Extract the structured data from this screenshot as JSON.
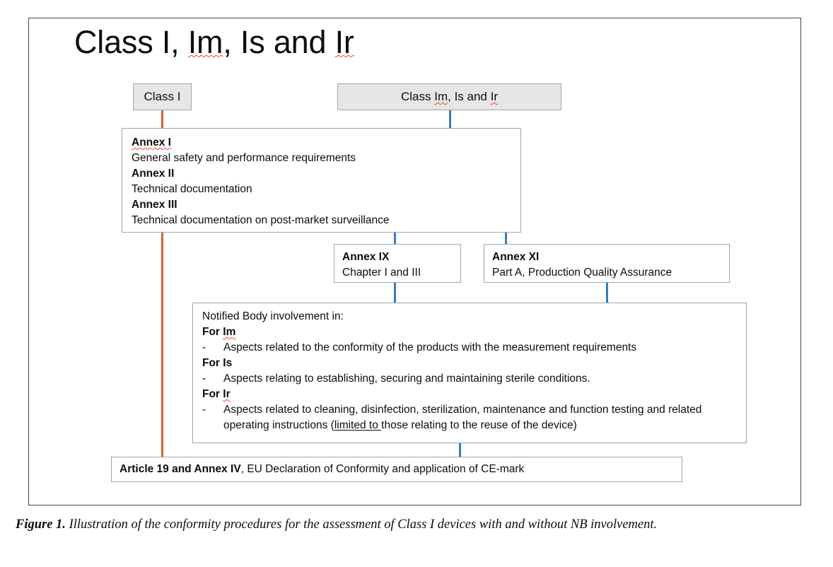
{
  "figure": {
    "title": {
      "prefix": "Class I, ",
      "im": "Im",
      "middle": ", Is and ",
      "ir": "Ir"
    },
    "caption": {
      "label": "Figure 1.",
      "text": " Illustration of the conformity procedures for the assessment of Class I devices with and without NB involvement."
    }
  },
  "nodes": {
    "class_i": {
      "label": "Class I"
    },
    "class_im_is_ir": {
      "prefix": "Class ",
      "im": "Im",
      "middle": ", Is and ",
      "ir": "Ir"
    },
    "annex_requirements": {
      "items": [
        {
          "heading": "Annex I",
          "heading_spellcheck": true,
          "body": "General safety and performance requirements"
        },
        {
          "heading": "Annex II",
          "heading_spellcheck": false,
          "body": "Technical documentation"
        },
        {
          "heading": "Annex III",
          "heading_spellcheck": false,
          "body": "Technical documentation on post-market surveillance"
        }
      ]
    },
    "annex_ix": {
      "heading": "Annex IX",
      "body": "Chapter I and III"
    },
    "annex_xi": {
      "heading": "Annex XI",
      "body": "Part A, Production Quality Assurance"
    },
    "notified_body": {
      "intro": "Notified Body involvement in:",
      "dash": "-",
      "groups": [
        {
          "heading_prefix": "For ",
          "heading_suffix": "Im",
          "heading_spellcheck": true,
          "bullets": [
            {
              "text_plain": "Aspects related to the conformity of the products with the measurement requirements"
            }
          ]
        },
        {
          "heading_prefix": "For ",
          "heading_suffix": "Is",
          "heading_spellcheck": false,
          "bullets": [
            {
              "text_plain": "Aspects relating to establishing, securing and maintaining sterile conditions."
            }
          ]
        },
        {
          "heading_prefix": "For ",
          "heading_suffix": "Ir",
          "heading_spellcheck": true,
          "bullets": [
            {
              "text_before": "Aspects related to cleaning, disinfection, sterilization, maintenance and function testing and related operating instructions (",
              "text_underlined": "limited to ",
              "text_after": "those relating to the reuse of the device)"
            }
          ]
        }
      ]
    },
    "article_19": {
      "bold": "Article 19 and Annex IV",
      "rest": ", EU Declaration of Conformity and application of CE-mark"
    }
  },
  "connectors": {
    "class_i_to_annex": {
      "color": "#d2642a",
      "name": "class-i-path"
    },
    "class_im_to_annex": {
      "color": "#3a7ac0",
      "name": "class-im-path"
    },
    "annex_to_ix": {
      "color": "#3a7ac0"
    },
    "annex_to_xi": {
      "color": "#3a7ac0"
    },
    "ix_to_nb": {
      "color": "#3a7ac0"
    },
    "xi_to_nb": {
      "color": "#3a7ac0"
    },
    "nb_to_article": {
      "color": "#3a7ac0"
    },
    "class_i_to_article": {
      "color": "#d2642a"
    }
  },
  "colors": {
    "box_border": "#9aa6b6",
    "grey_fill": "#e6e6e6",
    "frame_border": "#444746",
    "blue_line": "#3a7ac0",
    "orange_line": "#d2642a",
    "spellcheck_red": "#e8453c"
  }
}
